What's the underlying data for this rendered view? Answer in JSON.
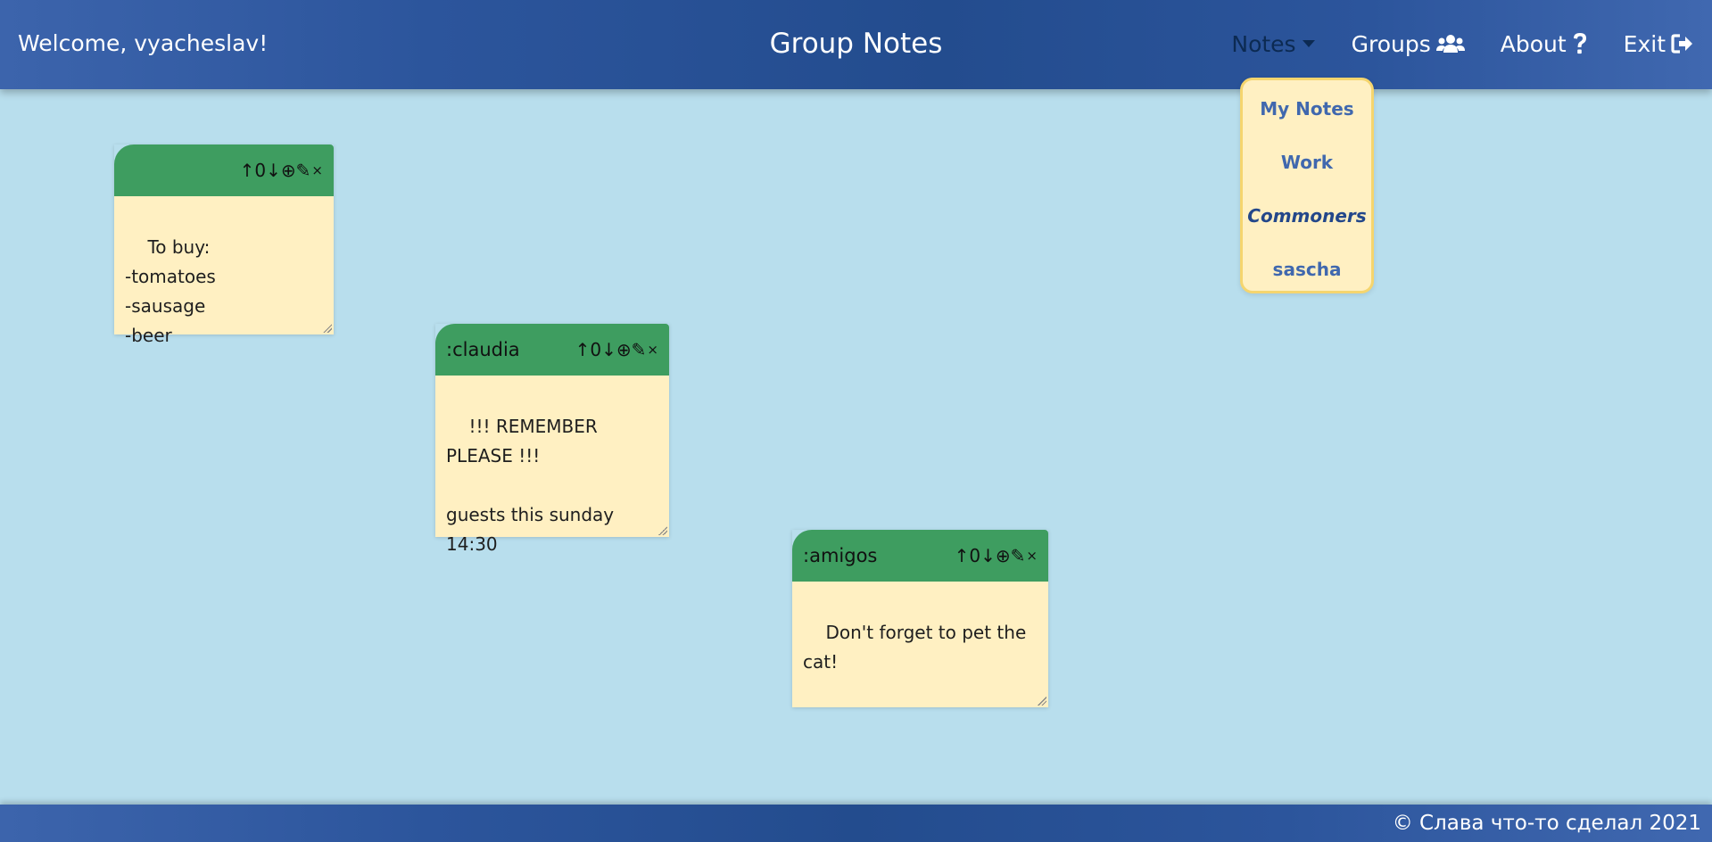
{
  "header": {
    "welcome": "Welcome, vyacheslav!",
    "title": "Group Notes",
    "nav": [
      {
        "label": "Notes",
        "icon": "caret-down-icon"
      },
      {
        "label": "Groups",
        "icon": "users-icon"
      },
      {
        "label": "About",
        "icon": "question-icon"
      },
      {
        "label": "Exit",
        "icon": "sign-out-icon"
      }
    ]
  },
  "notes_menu": {
    "items": [
      {
        "label": "My Notes"
      },
      {
        "label": "Work"
      },
      {
        "label": "Commoners",
        "current": true
      },
      {
        "label": "sascha"
      }
    ]
  },
  "note_controls": {
    "up": "↑",
    "down": "↓",
    "add": "⊕",
    "edit": "✎",
    "close": "×"
  },
  "notes": [
    {
      "group": "",
      "votes": "0",
      "text": "To buy:\n-tomatoes\n-sausage\n-beer"
    },
    {
      "group": ":claudia",
      "votes": "0",
      "text": "!!! REMEMBER PLEASE !!!\n\nguests this sunday 14:30"
    },
    {
      "group": ":amigos",
      "votes": "0",
      "text": "Don't forget to pet the cat!"
    }
  ],
  "footer": {
    "copyright": "© Слава что-то сделал 2021"
  },
  "colors": {
    "background": "#b8deed",
    "header": "#2c559c",
    "note_header": "#3e9d60",
    "note_body": "#fff0c2",
    "menu_border": "#f5d56e",
    "menu_link": "#4068ae"
  }
}
